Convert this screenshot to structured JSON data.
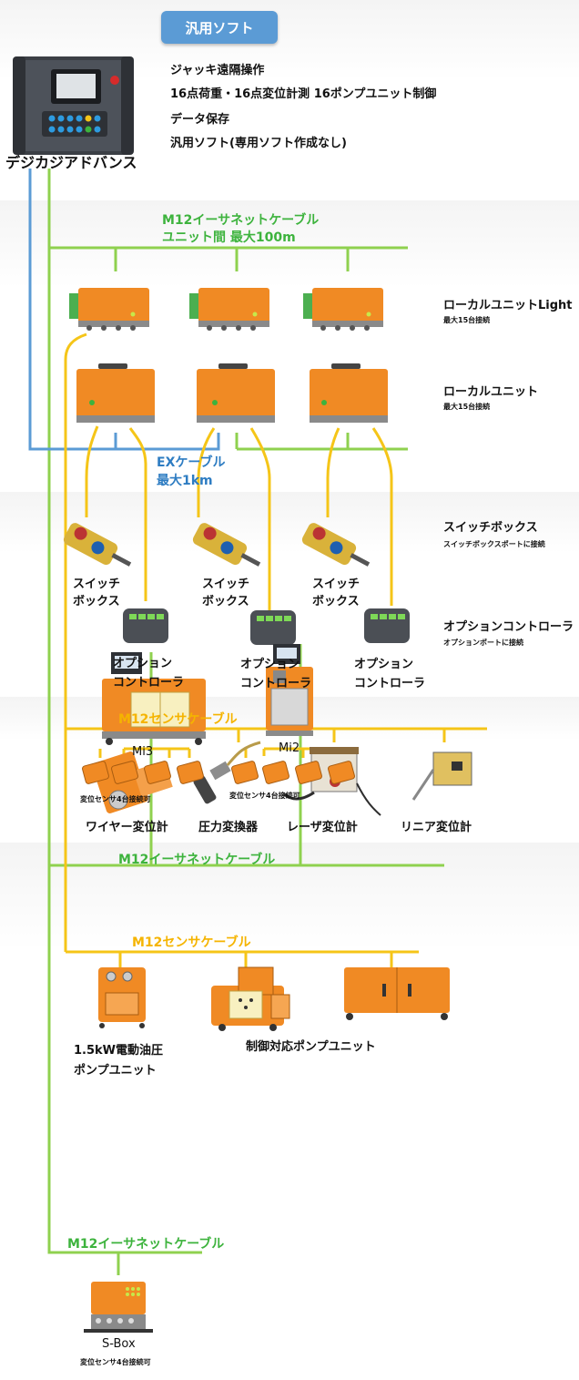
{
  "badge": "汎用ソフト",
  "features": [
    "ジャッキ遠隔操作",
    "16点荷重・16点変位計測 16ポンプユニット制御",
    "データ保存",
    "汎用ソフト(専用ソフト作成なし)"
  ],
  "main_device": "デジカジアドバンス",
  "ethernet_cable_1": [
    "M12イーサネットケーブル",
    "ユニット間 最大100m"
  ],
  "local_unit_light": {
    "name": "ローカルユニットLight",
    "note": "最大15台接続"
  },
  "local_unit": {
    "name": "ローカルユニット",
    "note": "最大15台接続"
  },
  "ex_cable": [
    "EXケーブル",
    "最大1km"
  ],
  "switch_box": {
    "name": "スイッチボックス",
    "note": "スイッチボックスポートに接続",
    "label": [
      "スイッチ",
      "ボックス"
    ]
  },
  "option_controller": {
    "name": "オプションコントローラ",
    "note": "オプションポートに接続",
    "label": [
      "オプション",
      "コントローラ"
    ]
  },
  "sensor_cable_1": "M12センサケーブル",
  "sensors": [
    "ワイヤー変位計",
    "圧力変換器",
    "レーザ変位計",
    "リニア変位計"
  ],
  "ethernet_cable_2": "M12イーサネットケーブル",
  "mi3": {
    "name": "Mi3",
    "note": "変位センサ4台接続可"
  },
  "mi2": {
    "name": "Mi2",
    "note": "変位センサ4台接続可"
  },
  "sensor_cable_2": "M12センサケーブル",
  "pump_1": [
    "1.5kW電動油圧",
    "ポンプユニット"
  ],
  "pump_ctrl": "制御対応ポンプユニット",
  "ethernet_cable_3": "M12イーサネットケーブル",
  "sbox": {
    "name": "S-Box",
    "note": "変位センサ4台接続可"
  },
  "colors": {
    "green": "#8fd14f",
    "yellow": "#f5c518",
    "blue": "#5b9bd5",
    "orange": "#f08a24",
    "band": "#f2f2f2"
  }
}
